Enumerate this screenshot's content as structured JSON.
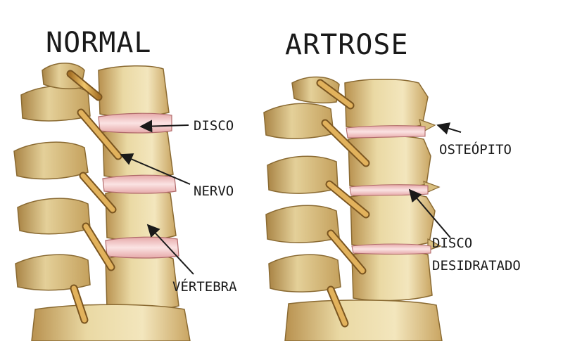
{
  "titles": {
    "normal": "NORMAL",
    "artrose": "ARTROSE"
  },
  "labels": {
    "disco": "DISCO",
    "nervo": "NERVO",
    "vertebra": "VÉRTEBRA",
    "osteofito": "OSTEÓPITO",
    "disco_desidratado_line1": "DISCO",
    "disco_desidratado_line2": "DESIDRATADO"
  },
  "colors": {
    "bone": "#ead9a4",
    "bone_shade": "#c9a562",
    "bone_outline": "#8a6a32",
    "disc_healthy": "#f2cfd0",
    "disc_dehydrated": "#e8b8b8",
    "nerve": "#d8a44a",
    "nerve_outline": "#7a5520",
    "text": "#1a1a1a"
  }
}
